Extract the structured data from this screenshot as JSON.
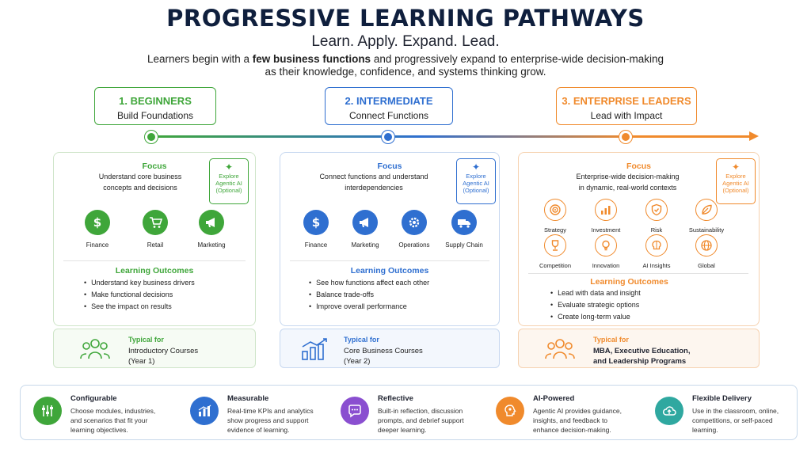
{
  "header": {
    "title": "PROGRESSIVE LEARNING PATHWAYS",
    "subtitle": "Learn. Apply. Expand. Lead.",
    "intro_pre": "Learners begin with a ",
    "intro_bold": "few business functions",
    "intro_post": " and progressively expand to enterprise-wide decision-making",
    "intro_line2": "as their knowledge, confidence, and systems thinking grow."
  },
  "colors": {
    "green": "#3fa63a",
    "blue": "#2f6fd0",
    "orange": "#f08a2c"
  },
  "stages": [
    {
      "title": "1. BEGINNERS",
      "subtitle": "Build Foundations",
      "focus_label": "Focus",
      "focus_desc_1": "Understand core business",
      "focus_desc_2": "concepts and decisions",
      "agentic_1": "Explore",
      "agentic_2": "Agentic AI",
      "agentic_3": "(Optional)",
      "functions": [
        {
          "label": "Finance",
          "icon": "dollar-icon"
        },
        {
          "label": "Retail",
          "icon": "cart-icon"
        },
        {
          "label": "Marketing",
          "icon": "megaphone-icon"
        }
      ],
      "outcomes_label": "Learning Outcomes",
      "outcomes": [
        "Understand key business drivers",
        "Make functional decisions",
        "See the impact on results"
      ],
      "typical_label": "Typical for",
      "typical_1": "Introductory Courses",
      "typical_2": "(Year 1)"
    },
    {
      "title": "2. INTERMEDIATE",
      "subtitle": "Connect Functions",
      "focus_label": "Focus",
      "focus_desc_1": "Connect functions and understand",
      "focus_desc_2": "interdependencies",
      "agentic_1": "Explore",
      "agentic_2": "Agentic AI",
      "agentic_3": "(Optional)",
      "functions": [
        {
          "label": "Finance",
          "icon": "dollar-icon"
        },
        {
          "label": "Marketing",
          "icon": "megaphone-icon"
        },
        {
          "label": "Operations",
          "icon": "gear-icon"
        },
        {
          "label": "Supply Chain",
          "icon": "truck-icon"
        }
      ],
      "outcomes_label": "Learning Outcomes",
      "outcomes": [
        "See how functions affect each other",
        "Balance trade-offs",
        "Improve overall performance"
      ],
      "typical_label": "Typical for",
      "typical_1": "Core Business Courses",
      "typical_2": "(Year 2)"
    },
    {
      "title": "3. ENTERPRISE LEADERS",
      "subtitle": "Lead with Impact",
      "focus_label": "Focus",
      "focus_desc_1": "Enterprise-wide decision-making",
      "focus_desc_2": "in dynamic, real-world contexts",
      "agentic_1": "Explore",
      "agentic_2": "Agentic AI",
      "agentic_3": "(Optional)",
      "functions": [
        {
          "label": "Strategy",
          "icon": "target-icon"
        },
        {
          "label": "Investment",
          "icon": "chart-icon"
        },
        {
          "label": "Risk",
          "icon": "shield-icon"
        },
        {
          "label": "Sustainability",
          "icon": "leaf-icon"
        },
        {
          "label": "Competition",
          "icon": "trophy-icon"
        },
        {
          "label": "Innovation",
          "icon": "bulb-icon"
        },
        {
          "label": "AI Insights",
          "icon": "brain-icon"
        },
        {
          "label": "Global",
          "icon": "globe-icon"
        }
      ],
      "outcomes_label": "Learning Outcomes",
      "outcomes": [
        "Lead with data and insight",
        "Evaluate strategic options",
        "Create long-term value"
      ],
      "typical_label": "Typical for",
      "typical_1": "MBA, Executive Education,",
      "typical_2": "and Leadership Programs"
    }
  ],
  "features": [
    {
      "title": "Configurable",
      "d1": "Choose modules, industries,",
      "d2": "and scenarios that fit your",
      "d3": "learning objectives.",
      "icon": "sliders-icon",
      "color": "#3fa63a"
    },
    {
      "title": "Measurable",
      "d1": "Real-time KPIs and analytics",
      "d2": "show progress and support",
      "d3": "evidence of learning.",
      "icon": "bar-chart-icon",
      "color": "#2f6fd0"
    },
    {
      "title": "Reflective",
      "d1": "Built-in reflection, discussion",
      "d2": "prompts, and debrief support",
      "d3": "deeper learning.",
      "icon": "chat-icon",
      "color": "#8a4fd0"
    },
    {
      "title": "AI-Powered",
      "d1": "Agentic AI provides guidance,",
      "d2": "insights, and feedback to",
      "d3": "enhance decision-making.",
      "icon": "ai-head-icon",
      "color": "#f08a2c"
    },
    {
      "title": "Flexible Delivery",
      "d1": "Use in the classroom, online,",
      "d2": "competitions, or self-paced",
      "d3": "learning.",
      "icon": "cloud-icon",
      "color": "#2fa8a0"
    }
  ]
}
